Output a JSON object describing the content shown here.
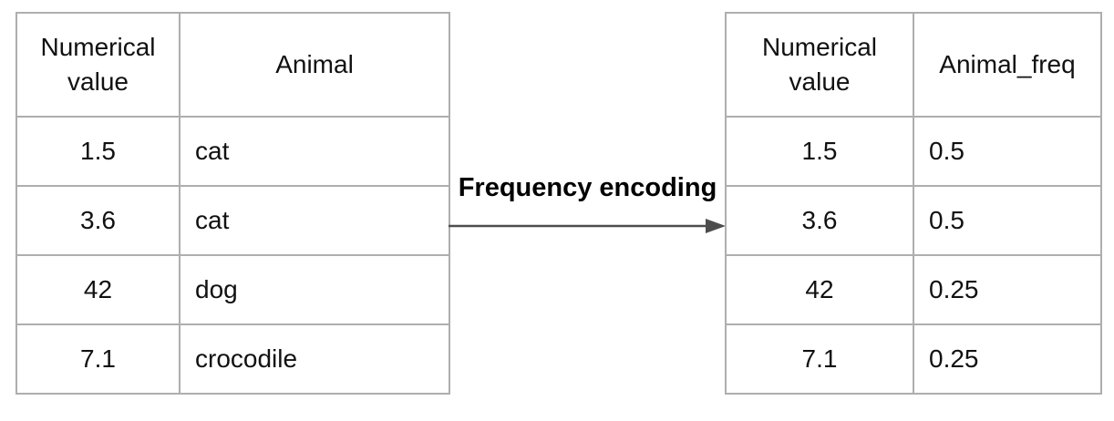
{
  "diagram": {
    "transform_label": "Frequency encoding",
    "arrow_icon": "right-arrow-icon",
    "colors": {
      "background": "#ffffff",
      "table_border": "#aeaeae",
      "text": "#111111",
      "label_text": "#000000",
      "arrow": "#4d4d4d"
    }
  },
  "left_table": {
    "headers": [
      "Numerical value",
      "Animal"
    ],
    "rows": [
      [
        "1.5",
        "cat"
      ],
      [
        "3.6",
        "cat"
      ],
      [
        "42",
        "dog"
      ],
      [
        "7.1",
        "crocodile"
      ]
    ]
  },
  "right_table": {
    "headers": [
      "Numerical value",
      "Animal_freq"
    ],
    "rows": [
      [
        "1.5",
        "0.5"
      ],
      [
        "3.6",
        "0.5"
      ],
      [
        "42",
        "0.25"
      ],
      [
        "7.1",
        "0.25"
      ]
    ]
  }
}
